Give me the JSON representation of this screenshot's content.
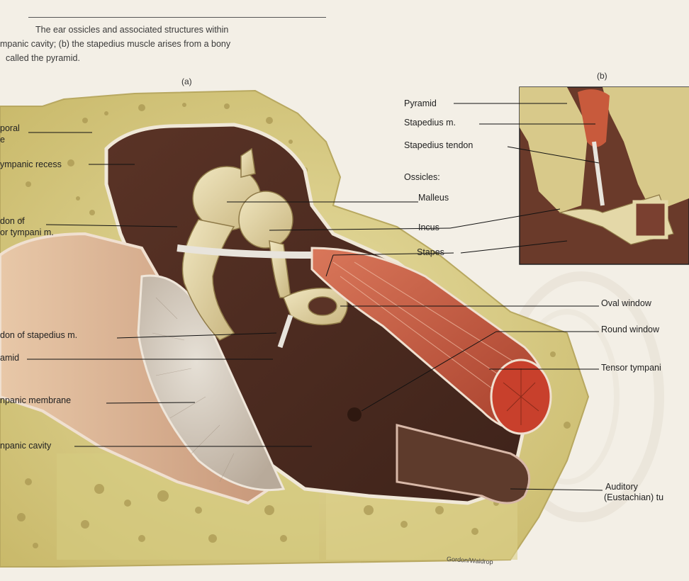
{
  "caption": {
    "lines": [
      "The ear ossicles and associated structures within",
      "mpanic cavity; (b) the stapedius muscle arises from a bony",
      "called the pyramid."
    ]
  },
  "panels": {
    "a": "(a)",
    "b": "(b)"
  },
  "labels_left": {
    "temporal": "poral",
    "temporal2": "e",
    "epitympanic": "ympanic recess",
    "tendon_tensor1": "don of",
    "tendon_tensor2": "or tympani m.",
    "tendon_stapedius": "don of stapedius m.",
    "pyramid": "amid",
    "tympanic_membrane": "npanic  membrane",
    "tympanic_cavity": "npanic  cavity"
  },
  "labels_center": {
    "ossicles": "Ossicles:",
    "malleus": "Malleus",
    "incus": "Incus",
    "stapes": "Stapes"
  },
  "labels_inset": {
    "pyramid": "Pyramid",
    "stapedius_m": "Stapedius m.",
    "stapedius_tendon": "Stapedius tendon"
  },
  "labels_right": {
    "oval_window": "Oval  window",
    "round_window": "Round window",
    "tensor_tympani": "Tensor tympani",
    "auditory1": "Auditory",
    "auditory2": "(Eustachian) tu"
  },
  "credit": "Gordon/Waldrop"
}
